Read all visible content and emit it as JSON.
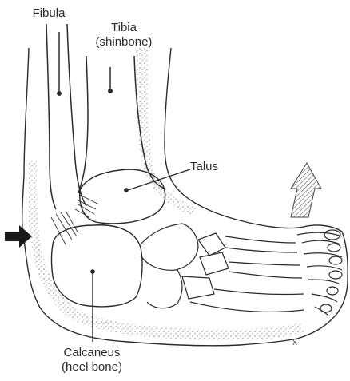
{
  "labels": {
    "fibula": "Fibula",
    "tibia_line1": "Tibia",
    "tibia_line2": "(shinbone)",
    "talus": "Talus",
    "calcaneus_line1": "Calcaneus",
    "calcaneus_line2": "(heel bone)",
    "corner_mark": "x"
  },
  "colors": {
    "ink": "#2a2a2a",
    "stipple": "#9a9a9a",
    "background": "#ffffff"
  },
  "icons": {
    "left_arrow": "solid-right-pointing-arrow-icon",
    "up_arrow": "hatched-up-arrow-icon"
  }
}
